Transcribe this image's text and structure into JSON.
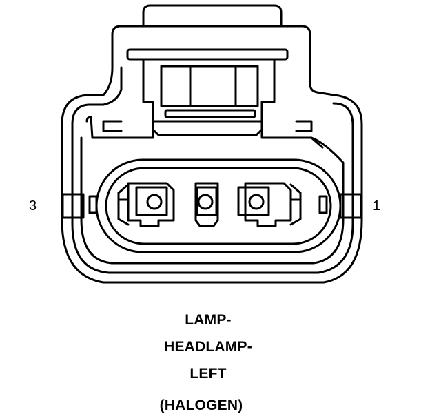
{
  "diagram": {
    "pins": {
      "left_label": "3",
      "right_label": "1"
    },
    "caption": {
      "line1": "LAMP-",
      "line2": "HEADLAMP-",
      "line3": "LEFT",
      "line4": "(HALOGEN)"
    },
    "colors": {
      "stroke": "#000000",
      "background": "#ffffff"
    }
  }
}
